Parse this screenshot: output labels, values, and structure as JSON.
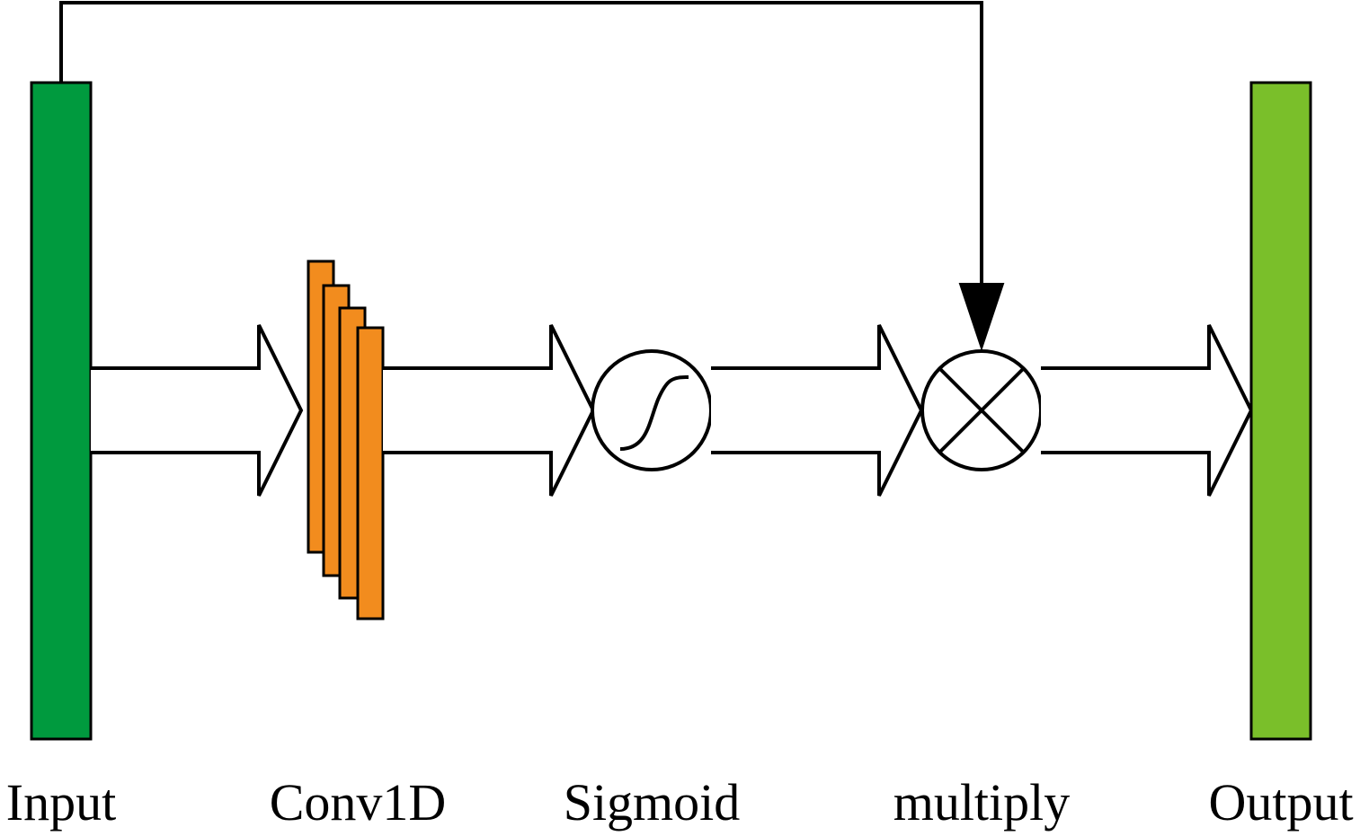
{
  "labels": {
    "input": "Input",
    "conv": "Conv1D",
    "sigmoid": "Sigmoid",
    "multiply": "multiply",
    "output": "Output"
  },
  "colors": {
    "input_bar": "#009a3e",
    "conv_filters": "#f28c1e",
    "output_bar": "#7abf2a",
    "line": "#000000"
  },
  "icons": {
    "sigmoid": "sigmoid-curve-icon",
    "multiply": "circled-times-icon"
  }
}
